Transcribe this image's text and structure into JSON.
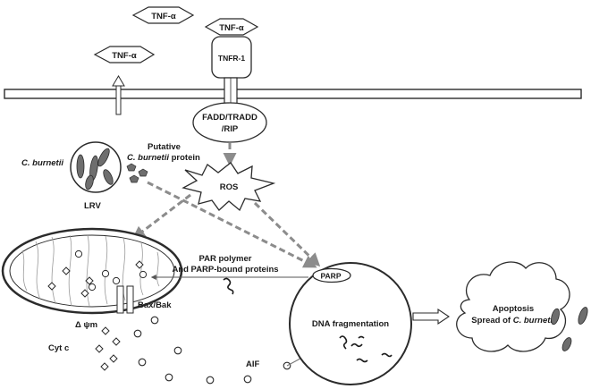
{
  "labels": {
    "tnf_top": "TNF-α",
    "tnf_receptor": "TNF-α",
    "tnf_left": "TNF-α",
    "tnfr1": "TNFR-1",
    "fadd_line1": "FADD/TRADD",
    "fadd_line2": "/RIP",
    "ros": "ROS",
    "putative_line1": "Putative",
    "putative_italic": "C. burnetii",
    "putative_suffix": " protein",
    "c_burnetii": "C. burnetii",
    "lrv": "LRV",
    "par_line1": "PAR polymer",
    "par_line2": "And PARP-bound proteins",
    "parp": "PARP",
    "delta_psi": "Δ ψm",
    "bax_bak": "Bax/Bak",
    "cyt_c": "Cyt c",
    "aif": "AIF",
    "dna_frag": "DNA fragmentation",
    "apoptosis": "Apoptosis",
    "spread_prefix": "Spread of ",
    "spread_italic": "C. burnetii"
  },
  "colors": {
    "stroke": "#2b2b2b",
    "dashed_arrow": "#8c8c8c",
    "bacterium": "#6e6e6e",
    "aif_arrow": "#7a7a7a"
  },
  "icons": {
    "tnf": "diamond-shape",
    "bacterium": "rod-shape",
    "protein": "pentagon-shape",
    "ros": "starburst-shape",
    "dna": "squiggle-shape",
    "cyt_c": "small-diamond-shape",
    "aif": "small-circle-shape",
    "apoptotic_cell": "cloud-shape"
  }
}
